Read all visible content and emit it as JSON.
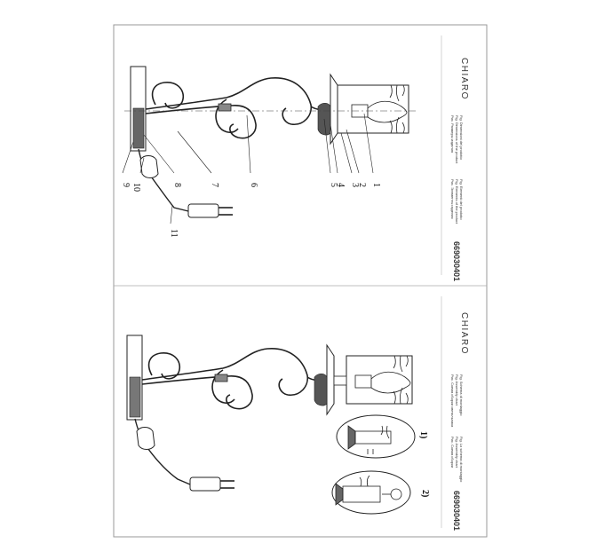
{
  "brand": "CHIARO",
  "sheets": [
    {
      "code": "669030401",
      "caption_a": [
        "Рис. Размеры изделия",
        "Fig. Dimensions of the product",
        "Fig. Dimensioni del prodotto"
      ],
      "caption_b": [
        "Рис. Элементы изделия",
        "Fig. Elements of the product",
        "Fig. Elementi del prodotto"
      ],
      "callouts": [
        "1",
        "2",
        "3",
        "4",
        "5",
        "6",
        "7",
        "8",
        "9",
        "10",
        "11"
      ]
    },
    {
      "code": "669030401",
      "caption_a": [
        "Рис. Схема сборки светильника",
        "Fig. Assembly chart",
        "Fig. Schema di montaggio"
      ],
      "caption_b": [
        "Рис. Схема сборки",
        "Fig. Assembly chart",
        "Fig. Lo schema di montaggio"
      ],
      "steps": [
        "1)",
        "2)"
      ]
    }
  ]
}
